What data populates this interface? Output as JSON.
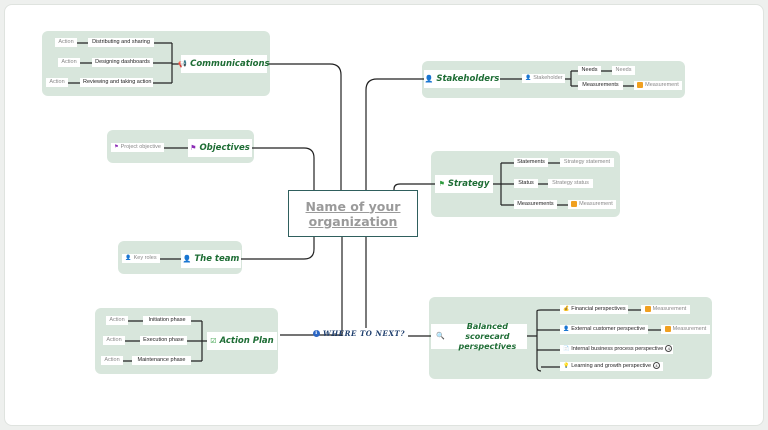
{
  "root": {
    "label": "Name of your organization"
  },
  "center_link": {
    "label": "WHERE TO NEXT?",
    "icon": "info-icon"
  },
  "communications": {
    "title": "Communications",
    "icon": "megaphone-icon",
    "children": [
      {
        "label": "Distributing and sharing",
        "tag": "Action"
      },
      {
        "label": "Designing dashboards",
        "tag": "Action"
      },
      {
        "label": "Reviewing and taking action",
        "tag": "Action"
      }
    ]
  },
  "objectives": {
    "title": "Objectives",
    "icon": "flag-icon",
    "child": {
      "label": "Project objective",
      "icon": "flag-icon"
    }
  },
  "team": {
    "title": "The team",
    "icon": "person-icon",
    "child": {
      "label": "Key roles",
      "icon": "person-icon"
    }
  },
  "action_plan": {
    "title": "Action Plan",
    "icon": "checkbox-icon",
    "children": [
      {
        "label": "Initiation phase",
        "tag": "Action"
      },
      {
        "label": "Execution phase",
        "tag": "Action"
      },
      {
        "label": "Maintenance phase",
        "tag": "Action"
      }
    ]
  },
  "stakeholders": {
    "title": "Stakeholders",
    "icon": "person-icon",
    "child": "Stakeholder",
    "needs": {
      "label": "Needs",
      "value": "Needs"
    },
    "measurements": {
      "label": "Measurements",
      "value": "Measurement"
    }
  },
  "strategy": {
    "title": "Strategy",
    "icon": "flag-icon",
    "children": [
      {
        "label": "Statements",
        "value": "Strategy statement"
      },
      {
        "label": "Status",
        "value": "Strategy status"
      },
      {
        "label": "Measurements",
        "value": "Measurement"
      }
    ]
  },
  "balanced": {
    "title_line1": "Balanced scorecard",
    "title_line2": "perspectives",
    "icon": "magnifier-icon",
    "children": [
      {
        "label": "Financial perspectives",
        "value": "Measurement"
      },
      {
        "label": "External customer perspective",
        "value": "Measurement"
      },
      {
        "label": "Internal business process perspective",
        "count": "4"
      },
      {
        "label": "Learning and growth perspective",
        "count": "4"
      }
    ]
  },
  "colors": {
    "panel": "#d8e6dc",
    "title_green": "#1e6d35",
    "line": "#222222",
    "root_border": "#2f5f5d",
    "link_text": "#1f3f6e"
  }
}
